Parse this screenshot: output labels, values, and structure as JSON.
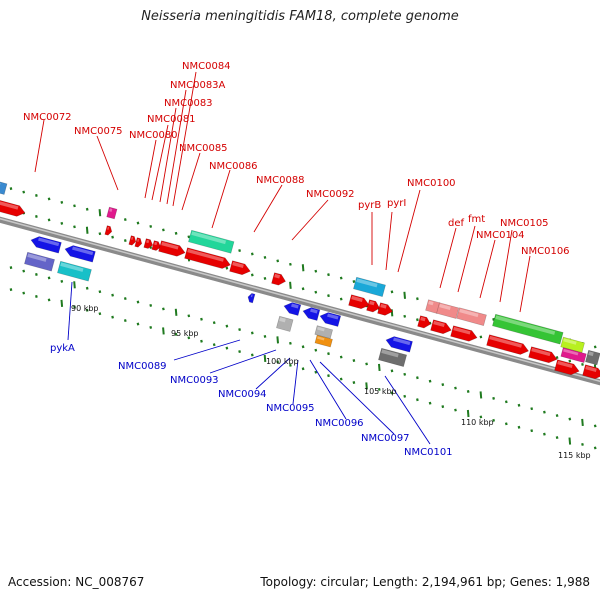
{
  "title": "Neisseria meningitidis FAM18, complete genome",
  "footer": {
    "accession": "Accession: NC_008767",
    "summary": "Topology: circular; Length: 2,194,961 bp; Genes: 1,988"
  },
  "colors": {
    "forward": "#e60000",
    "reverse": "#1414e6",
    "backbone": "#8a8a8a",
    "tick": "#1f7a1f",
    "label_forward": "#d40000",
    "label_reverse": "#0000c8"
  },
  "scale_labels": [
    "90 kbp",
    "95 kbp",
    "100 kbp",
    "105 kbp",
    "110 kbp",
    "115 kbp"
  ],
  "forward_gene_labels": [
    "NMC0072",
    "NMC0075",
    "NMC0080",
    "NMC0081",
    "NMC0083",
    "NMC0083A",
    "NMC0084",
    "NMC0085",
    "NMC0086",
    "NMC0088",
    "NMC0092",
    "pyrB",
    "pyrI",
    "NMC0100",
    "def",
    "fmt",
    "NMC0104",
    "NMC0105",
    "NMC0106"
  ],
  "reverse_gene_labels": [
    "pykA",
    "NMC0089",
    "NMC0093",
    "NMC0094",
    "NMC0095",
    "NMC0096",
    "NMC0097",
    "NMC0101"
  ]
}
